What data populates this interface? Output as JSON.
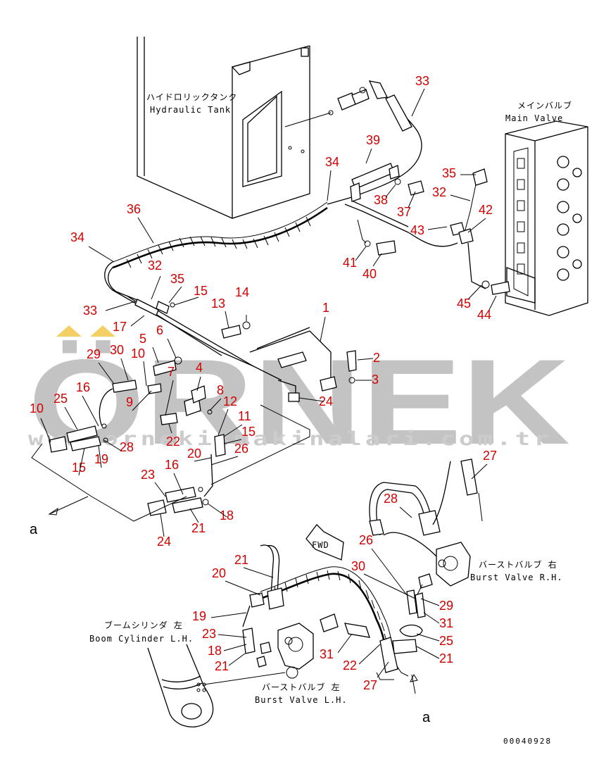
{
  "labels": {
    "hydraulic_tank_jp": "ハイドロリックタンク",
    "hydraulic_tank_en": "Hydraulic Tank",
    "main_valve_jp": "メインバルブ",
    "main_valve_en": "Main Valve",
    "burst_valve_rh_jp": "バーストバルブ 右",
    "burst_valve_rh_en": "Burst Valve R.H.",
    "burst_valve_lh_jp": "バーストバルブ 左",
    "burst_valve_lh_en": "Burst Valve L.H.",
    "boom_cylinder_jp": "ブームシリンダ 左",
    "boom_cylinder_en": "Boom Cylinder L.H.",
    "fwd": "FWD",
    "ref_a_left": "a",
    "ref_a_bottom": "a"
  },
  "watermark": {
    "brand": "ÖRNEK",
    "url": "www.ornekismakinalari.com.tr"
  },
  "drawing_code": "00040928",
  "callouts": [
    "33",
    "34",
    "39",
    "35",
    "32",
    "42",
    "38",
    "37",
    "43",
    "36",
    "41",
    "40",
    "45",
    "44",
    "34",
    "32",
    "35",
    "15",
    "14",
    "33",
    "13",
    "17",
    "1",
    "5",
    "6",
    "29",
    "30",
    "10",
    "4",
    "2",
    "3",
    "7",
    "16",
    "9",
    "8",
    "12",
    "24",
    "25",
    "10",
    "11",
    "22",
    "15",
    "28",
    "19",
    "26",
    "15",
    "20",
    "23",
    "16",
    "18",
    "21",
    "24",
    "27",
    "28",
    "26",
    "30",
    "29",
    "31",
    "25",
    "21",
    "27",
    "21",
    "20",
    "19",
    "23",
    "18",
    "31",
    "22",
    "21"
  ],
  "colors": {
    "callout": "#d40000",
    "watermark": "#b9b9b9"
  }
}
